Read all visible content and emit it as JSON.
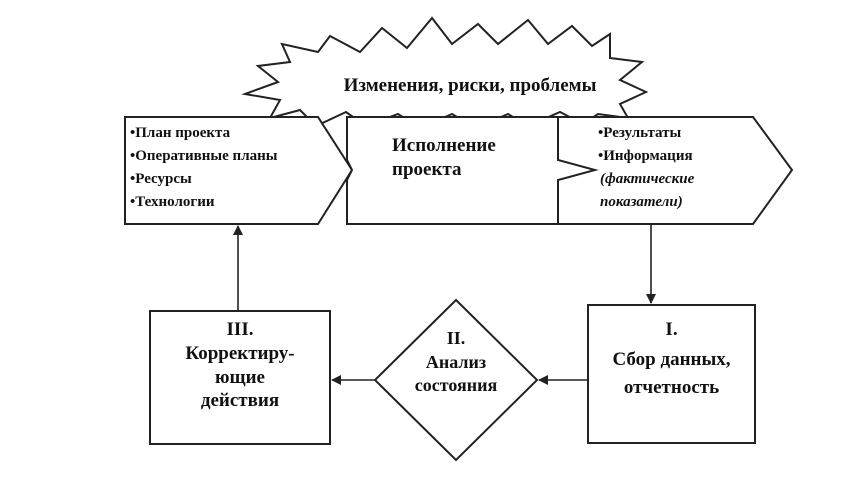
{
  "burst": {
    "label": "Изменения, риски, проблемы"
  },
  "plan_box": {
    "items": [
      "•План проекта",
      "•Оперативные планы",
      "•Ресурсы",
      "•Технологии"
    ]
  },
  "execution_box": {
    "lines": [
      "Исполнение",
      "проекта"
    ]
  },
  "results_box": {
    "items": [
      "•Результаты",
      "•Информация"
    ],
    "note_lines": [
      "(фактические",
      "показатели)"
    ]
  },
  "collect_box": {
    "lines": [
      "I.",
      "Сбор данных,",
      "отчетность"
    ]
  },
  "analysis_diamond": {
    "lines": [
      "II.",
      "Анализ",
      "состояния"
    ]
  },
  "corrective_box": {
    "lines": [
      "III.",
      "Корректиру-",
      "ющие",
      "действия"
    ]
  },
  "colors": {
    "stroke": "#222222",
    "text": "#111111",
    "fill": "#ffffff"
  }
}
